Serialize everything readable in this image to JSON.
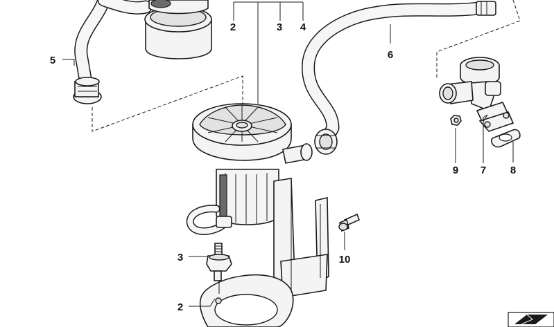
{
  "callouts": {
    "c2_top": "2",
    "c3_top": "3",
    "c4_top": "4",
    "c5": "5",
    "c6": "6",
    "c9": "9",
    "c7": "7",
    "c8": "8",
    "c10": "10",
    "c3_bottom": "3",
    "c2_bottom": "2"
  },
  "icons": {
    "corner": "page-fold-icon"
  },
  "colors": {
    "line": "#1a1a1a",
    "background": "#ffffff"
  }
}
